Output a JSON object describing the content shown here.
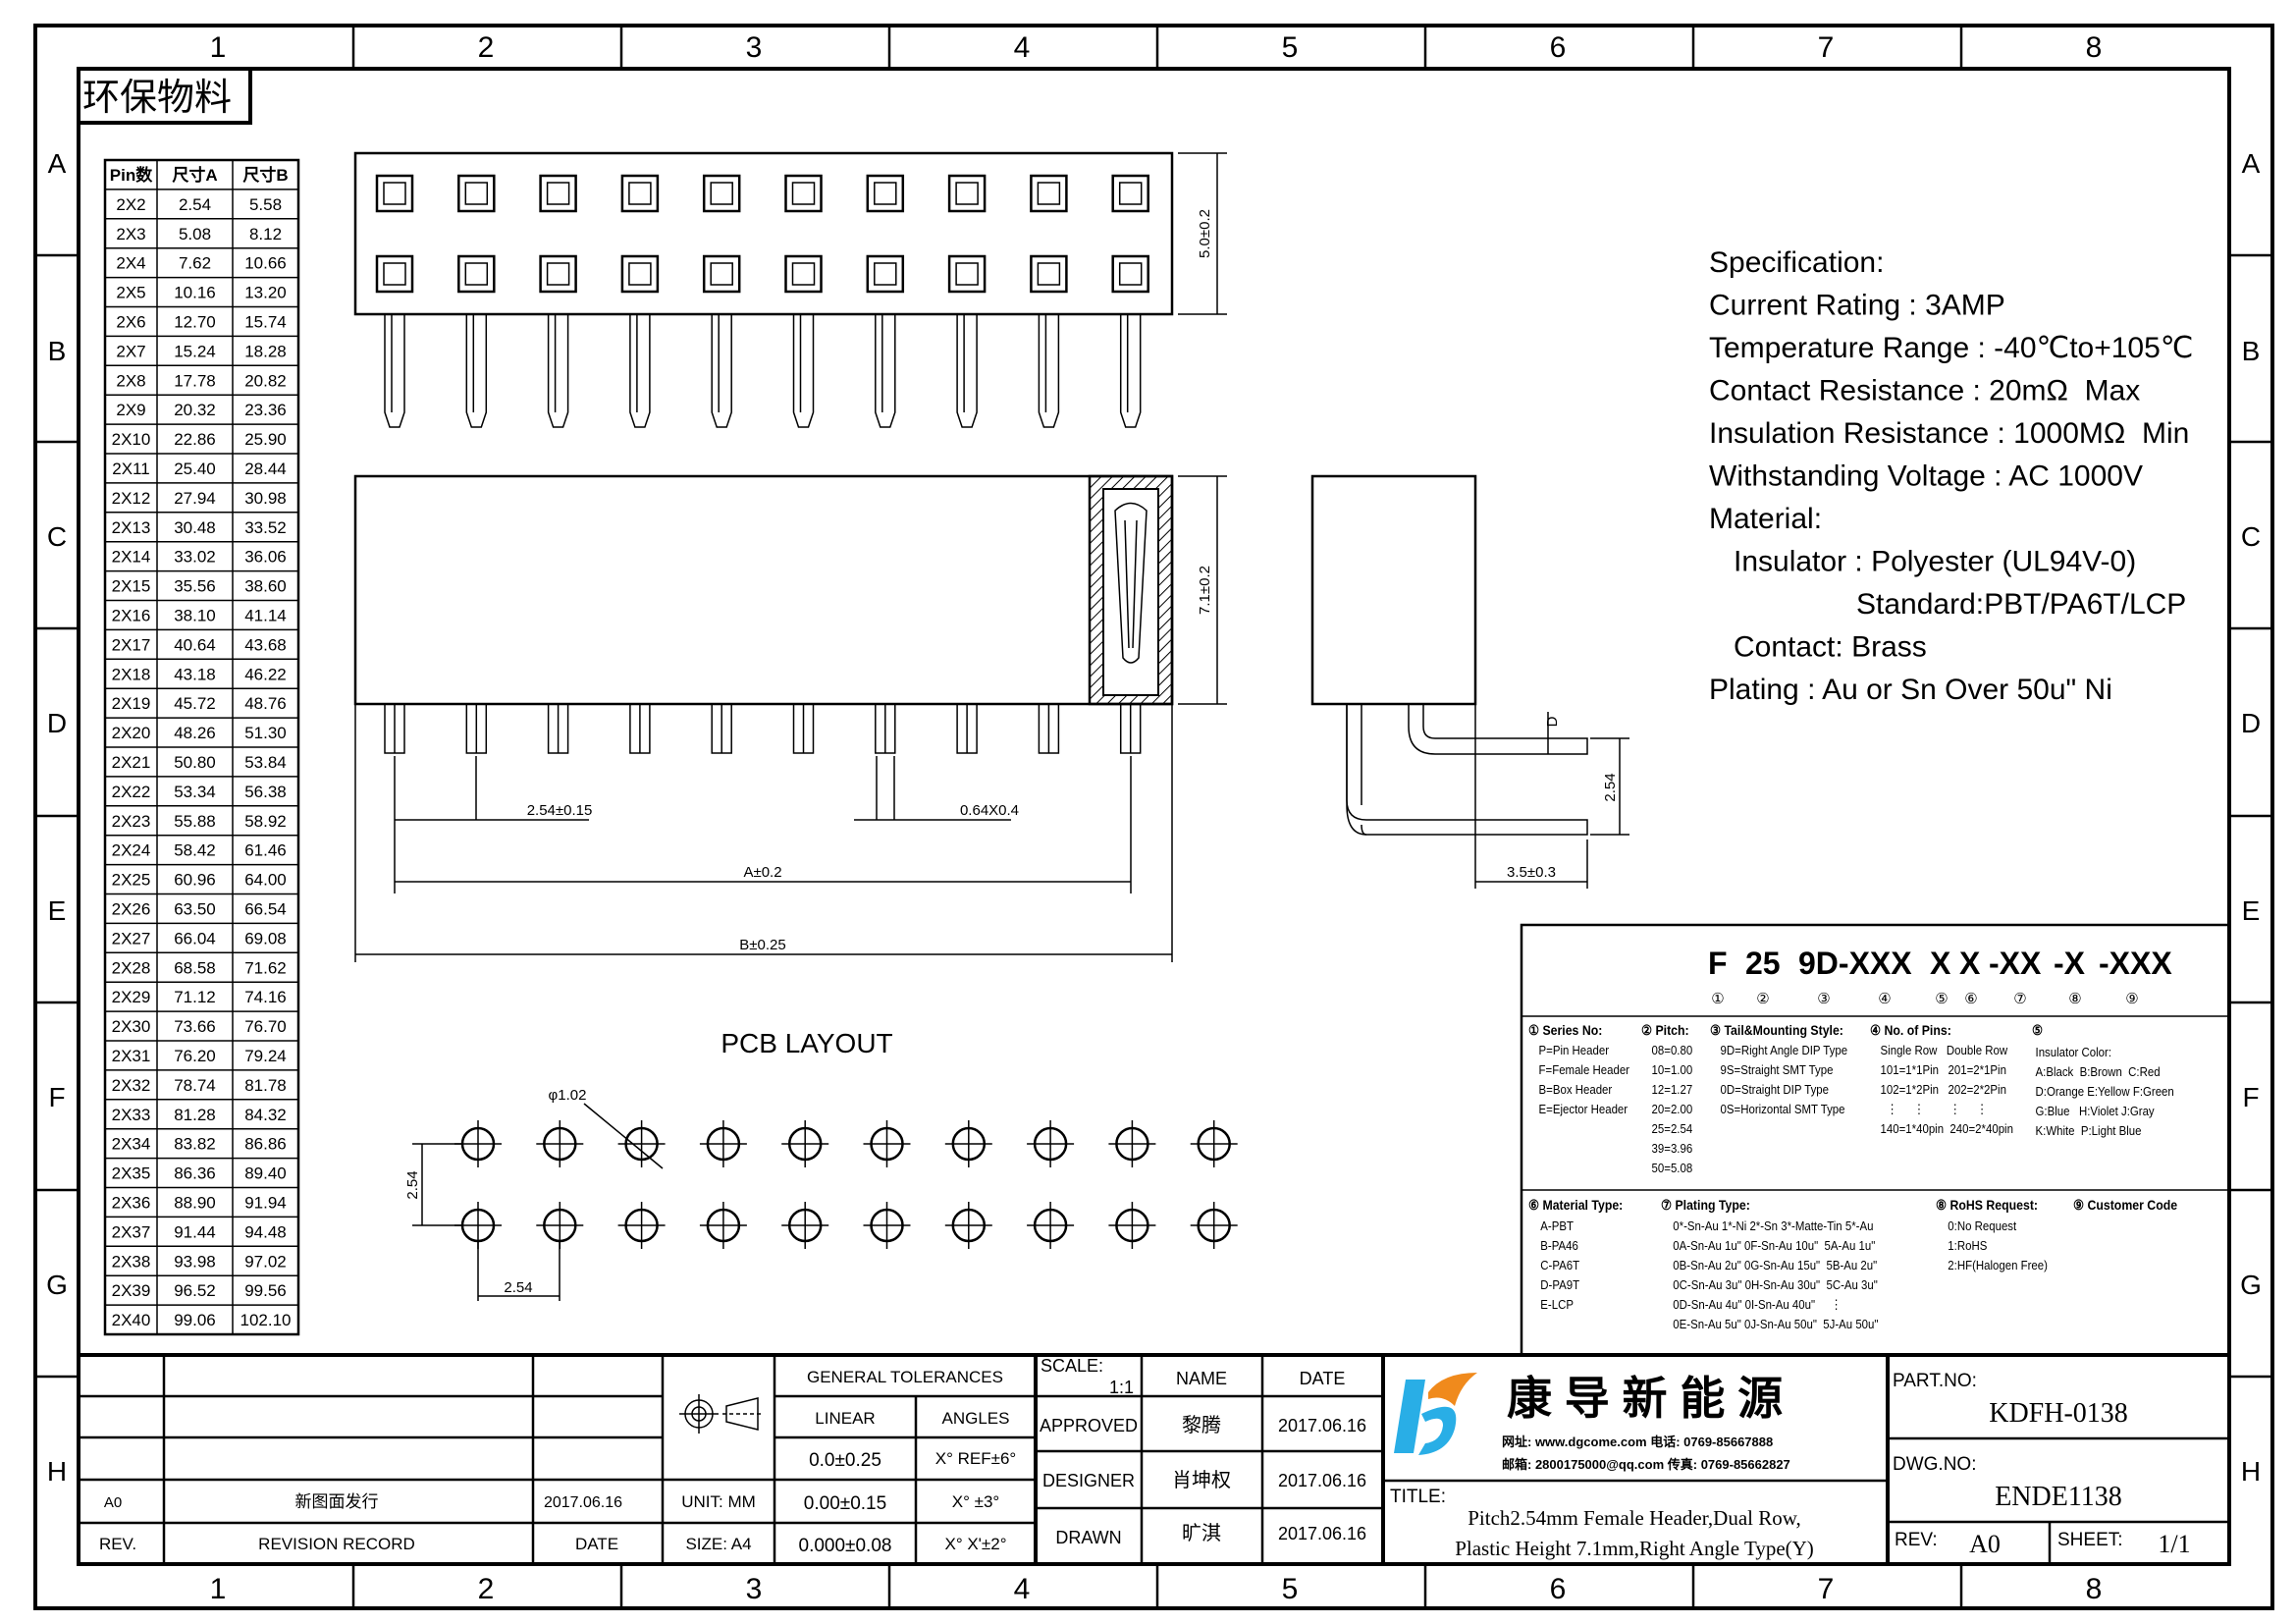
{
  "frame": {
    "columns": [
      "1",
      "2",
      "3",
      "4",
      "5",
      "6",
      "7",
      "8"
    ],
    "rows": [
      "A",
      "B",
      "C",
      "D",
      "E",
      "F",
      "G",
      "H"
    ],
    "eco_label": "环保物料"
  },
  "size_table": {
    "headers": [
      "Pin数",
      "尺寸A",
      "尺寸B"
    ],
    "rows": [
      [
        "2X2",
        "2.54",
        "5.58"
      ],
      [
        "2X3",
        "5.08",
        "8.12"
      ],
      [
        "2X4",
        "7.62",
        "10.66"
      ],
      [
        "2X5",
        "10.16",
        "13.20"
      ],
      [
        "2X6",
        "12.70",
        "15.74"
      ],
      [
        "2X7",
        "15.24",
        "18.28"
      ],
      [
        "2X8",
        "17.78",
        "20.82"
      ],
      [
        "2X9",
        "20.32",
        "23.36"
      ],
      [
        "2X10",
        "22.86",
        "25.90"
      ],
      [
        "2X11",
        "25.40",
        "28.44"
      ],
      [
        "2X12",
        "27.94",
        "30.98"
      ],
      [
        "2X13",
        "30.48",
        "33.52"
      ],
      [
        "2X14",
        "33.02",
        "36.06"
      ],
      [
        "2X15",
        "35.56",
        "38.60"
      ],
      [
        "2X16",
        "38.10",
        "41.14"
      ],
      [
        "2X17",
        "40.64",
        "43.68"
      ],
      [
        "2X18",
        "43.18",
        "46.22"
      ],
      [
        "2X19",
        "45.72",
        "48.76"
      ],
      [
        "2X20",
        "48.26",
        "51.30"
      ],
      [
        "2X21",
        "50.80",
        "53.84"
      ],
      [
        "2X22",
        "53.34",
        "56.38"
      ],
      [
        "2X23",
        "55.88",
        "58.92"
      ],
      [
        "2X24",
        "58.42",
        "61.46"
      ],
      [
        "2X25",
        "60.96",
        "64.00"
      ],
      [
        "2X26",
        "63.50",
        "66.54"
      ],
      [
        "2X27",
        "66.04",
        "69.08"
      ],
      [
        "2X28",
        "68.58",
        "71.62"
      ],
      [
        "2X29",
        "71.12",
        "74.16"
      ],
      [
        "2X30",
        "73.66",
        "76.70"
      ],
      [
        "2X31",
        "76.20",
        "79.24"
      ],
      [
        "2X32",
        "78.74",
        "81.78"
      ],
      [
        "2X33",
        "81.28",
        "84.32"
      ],
      [
        "2X34",
        "83.82",
        "86.86"
      ],
      [
        "2X35",
        "86.36",
        "89.40"
      ],
      [
        "2X36",
        "88.90",
        "91.94"
      ],
      [
        "2X37",
        "91.44",
        "94.48"
      ],
      [
        "2X38",
        "93.98",
        "97.02"
      ],
      [
        "2X39",
        "96.52",
        "99.56"
      ],
      [
        "2X40",
        "99.06",
        "102.10"
      ]
    ]
  },
  "drawing": {
    "pin_count_per_row": 10,
    "dim_height_top": "5.0±0.2",
    "dim_height_front": "7.1±0.2",
    "dim_pitch": "2.54±0.15",
    "dim_pin_size": "0.64X0.4",
    "dim_a": "A±0.2",
    "dim_b": "B±0.25",
    "dim_d": "D",
    "dim_side_pitch": "2.54",
    "dim_side_tail": "3.5±0.3",
    "pcb_title": "PCB LAYOUT",
    "pcb_hole": "φ1.02",
    "pcb_row_pitch": "2.54",
    "pcb_col_pitch": "2.54"
  },
  "specification": {
    "lines": [
      "Specification:",
      "Current Rating : 3AMP",
      "Temperature Range : -40℃to+105℃",
      "Contact Resistance : 20mΩ  Max",
      "Insulation Resistance : 1000MΩ  Min",
      "Withstanding Voltage : AC 1000V",
      "Material:",
      "   Insulator : Polyester (UL94V-0)",
      "                  Standard:PBT/PA6T/LCP",
      "   Contact: Brass",
      "Plating : Au or Sn Over 50u\" Ni"
    ]
  },
  "part_code": {
    "segments": [
      "F",
      "25",
      "9D-XXX",
      "X",
      "X",
      "-XX",
      "-X",
      "-XXX"
    ],
    "markers": [
      "①",
      "②",
      "③",
      "④",
      "⑤",
      "⑥",
      "⑦",
      "⑧",
      "⑨"
    ],
    "legend_top": [
      {
        "title": "① Series No:",
        "items": [
          "P=Pin Header",
          "F=Female Header",
          "B=Box Header",
          "E=Ejector Header"
        ]
      },
      {
        "title": "② Pitch:",
        "items": [
          "08=0.80",
          "10=1.00",
          "12=1.27",
          "20=2.00",
          "25=2.54",
          "39=3.96",
          "50=5.08"
        ]
      },
      {
        "title": "③ Tail&Mounting Style:",
        "items": [
          "9D=Right Angle DIP Type",
          "9S=Straight SMT Type",
          "0D=Straight DIP Type",
          "0S=Horizontal SMT Type"
        ]
      },
      {
        "title": "④ No. of Pins:",
        "items": [
          "Single Row   Double Row",
          "101=1*1Pin   201=2*1Pin",
          "102=1*2Pin   202=2*2Pin",
          "  ⋮     ⋮        ⋮     ⋮",
          "140=1*40pin  240=2*40pin"
        ]
      },
      {
        "title": "⑤",
        "items": [
          "Insulator Color:",
          "A:Black  B:Brown  C:Red",
          "D:Orange E:Yellow F:Green",
          "G:Blue   H:Violet J:Gray",
          "K:White  P:Light Blue"
        ]
      }
    ],
    "legend_bottom": [
      {
        "title": "⑥ Material Type:",
        "items": [
          "A-PBT",
          "B-PA46",
          "C-PA6T",
          "D-PA9T",
          "E-LCP"
        ]
      },
      {
        "title": "⑦ Plating Type:",
        "items": [
          "0*-Sn-Au 1*-Ni 2*-Sn 3*-Matte-Tin 5*-Au",
          "0A-Sn-Au 1u\" 0F-Sn-Au 10u\"  5A-Au 1u\"",
          "0B-Sn-Au 2u\" 0G-Sn-Au 15u\"  5B-Au 2u\"",
          "0C-Sn-Au 3u\" 0H-Sn-Au 30u\"  5C-Au 3u\"",
          "0D-Sn-Au 4u\" 0I-Sn-Au 40u\"     ⋮",
          "0E-Sn-Au 5u\" 0J-Sn-Au 50u\"  5J-Au 50u\""
        ]
      },
      {
        "title": "⑧ RoHS Request:",
        "items": [
          "0:No Request",
          "1:RoHS",
          "2:HF(Halogen Free)"
        ]
      },
      {
        "title": "⑨ Customer Code",
        "items": []
      }
    ]
  },
  "revision_block": {
    "rev": "A0",
    "record": "新图面发行",
    "date": "2017.06.16",
    "header_rev": "REV.",
    "header_record": "REVISION RECORD",
    "header_date": "DATE",
    "unit": "UNIT: MM",
    "size": "SIZE: A4"
  },
  "tolerances": {
    "title": "GENERAL TOLERANCES",
    "linear_label": "LINEAR",
    "angles_label": "ANGLES",
    "linear": [
      "0.0±0.25",
      "0.00±0.15",
      "0.000±0.08"
    ],
    "angles": [
      "X° REF±6°",
      "X°  ±3°",
      "X° X'±2°"
    ]
  },
  "approval": {
    "scale_label": "SCALE:",
    "scale_value": "1:1",
    "name_header": "NAME",
    "date_header": "DATE",
    "rows": [
      {
        "role": "APPROVED",
        "name": "黎腾",
        "date": "2017.06.16"
      },
      {
        "role": "DESIGNER",
        "name": "肖坤权",
        "date": "2017.06.16"
      },
      {
        "role": "DRAWN",
        "name": "旷淇",
        "date": "2017.06.16"
      }
    ]
  },
  "company": {
    "name": "康 导 新 能 源",
    "contact_line1": "网址: www.dgcome.com   电话: 0769-85667888",
    "contact_line2": "邮箱: 2800175000@qq.com  传真: 0769-85662827",
    "logo_blue": "#29aee6",
    "logo_orange": "#f08a1c"
  },
  "title_block": {
    "title_label": "TITLE:",
    "title_line1": "Pitch2.54mm Female Header,Dual Row,",
    "title_line2": "Plastic Height 7.1mm,Right Angle Type(Y)",
    "part_no_label": "PART.NO:",
    "part_no": "KDFH-0138",
    "dwg_no_label": "DWG.NO:",
    "dwg_no": "ENDE1138",
    "rev_label": "REV:",
    "rev": "A0",
    "sheet_label": "SHEET:",
    "sheet": "1/1"
  }
}
